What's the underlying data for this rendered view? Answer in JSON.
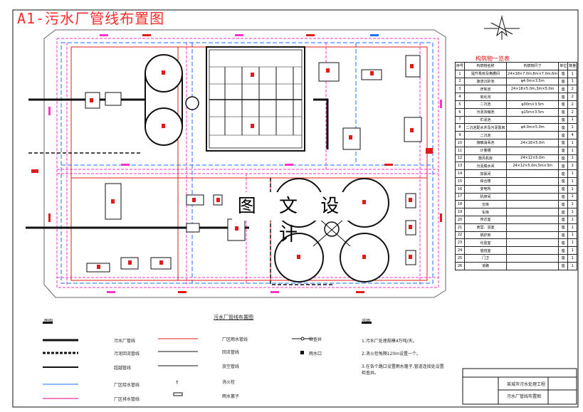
{
  "drawing": {
    "title": "A1-污水厂管线布置图",
    "watermark": "图 文 设 计",
    "equipment_table_title": "构筑物一览表",
    "equipment_headers": [
      "序号",
      "构筑物名称",
      "构筑物尺寸",
      "单位",
      "数量"
    ],
    "equipment_rows": [
      [
        "1",
        "提升泵房及格栅间",
        "24×18×7.0m,8m×7.0m,6m",
        "座",
        "1"
      ],
      [
        "2",
        "旋流沉砂池",
        "φ4.0m×3.5m",
        "座",
        "1"
      ],
      [
        "3",
        "厌氧池",
        "24×18×5.0m,3m×5.0m",
        "座",
        "2"
      ],
      [
        "4",
        "氧化沟",
        "",
        "座",
        "2"
      ],
      [
        "5",
        "二沉池",
        "φ30m×3.5m",
        "座",
        "2"
      ],
      [
        "6",
        "污泥浓缩池",
        "φ15m×3.5m",
        "座",
        "2"
      ],
      [
        "7",
        "贮泥池",
        "",
        "座",
        "1"
      ],
      [
        "8",
        "二沉池配水井及污泥泵房",
        "φ4.0m×5.0m",
        "座",
        "1"
      ],
      [
        "9",
        "二沉池",
        "",
        "座",
        "4"
      ],
      [
        "10",
        "接触消毒池",
        "24×18×5.0m",
        "座",
        "1"
      ],
      [
        "11",
        "计量槽",
        "",
        "座",
        "1"
      ],
      [
        "12",
        "鼓风机房",
        "24×12×5.0m",
        "座",
        "1"
      ],
      [
        "13",
        "污泥脱水间",
        "24×12×5.0m,5m×3m",
        "座",
        "2"
      ],
      [
        "14",
        "加氯间",
        "",
        "座",
        "1"
      ],
      [
        "15",
        "综合楼",
        "",
        "座",
        "1"
      ],
      [
        "16",
        "变电所",
        "",
        "座",
        "1"
      ],
      [
        "17",
        "机修间",
        "",
        "座",
        "1"
      ],
      [
        "18",
        "仓库",
        "",
        "座",
        "1"
      ],
      [
        "19",
        "车库",
        "",
        "座",
        "1"
      ],
      [
        "20",
        "传达室",
        "",
        "座",
        "1"
      ],
      [
        "21",
        "食堂、浴室",
        "",
        "座",
        "1"
      ],
      [
        "22",
        "锅炉房",
        "",
        "座",
        "1"
      ],
      [
        "23",
        "化验室",
        "",
        "座",
        "1"
      ],
      [
        "24",
        "值班室",
        "",
        "座",
        "1"
      ],
      [
        "25",
        "门卫",
        "",
        "座",
        "1"
      ],
      [
        "26",
        "道路",
        "",
        "座",
        "1"
      ]
    ],
    "legend": {
      "section_title": "污水厂管线布置图",
      "heading": "图例",
      "items_col1": [
        "污水厂管线",
        "污泥回流管线",
        "超越管线",
        "厂区给水管线",
        "厂区排水管线"
      ],
      "items_col2": [
        "厂区雨水管线",
        "回流管线",
        "放空管线",
        "消火栓",
        "雨水篦子"
      ],
      "items_col3": [
        "检查井",
        "雨水口"
      ]
    },
    "notes_heading": "说明",
    "notes": [
      "1.污水厂处理规模4万吨/天。",
      "2.消火栓每隔120m设置一个。",
      "3.在各个路口设置雨水篦子,管道连接处设置检查井。"
    ],
    "title_block": {
      "line1": "某城市污水处理工程",
      "line2": "污水厂管线布置图"
    },
    "colors": {
      "red": "#e01b1b",
      "pink": "#ff33cc",
      "blue": "#1e6fff",
      "magenta": "#e0008a",
      "black": "#111111"
    }
  }
}
